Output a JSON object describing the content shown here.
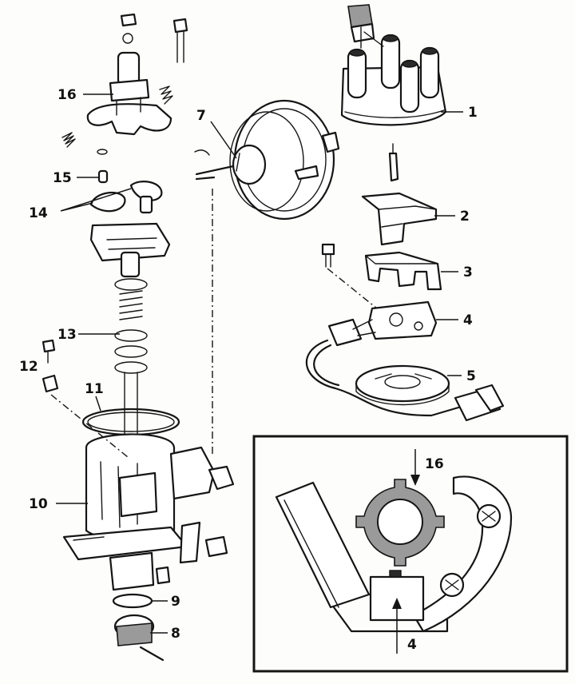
{
  "callouts": {
    "c1": "1",
    "c2": "2",
    "c3": "3",
    "c4": "4",
    "c5": "5",
    "c7": "7",
    "c8": "8",
    "c9": "9",
    "c10": "10",
    "c11": "11",
    "c12": "12",
    "c13": "13",
    "c14": "14",
    "c15": "15",
    "c16": "16",
    "inset_16": "16",
    "inset_4": "4"
  },
  "colors": {
    "ink": "#151515",
    "paper": "#fdfdfb",
    "shade": "#9a9a9a"
  }
}
